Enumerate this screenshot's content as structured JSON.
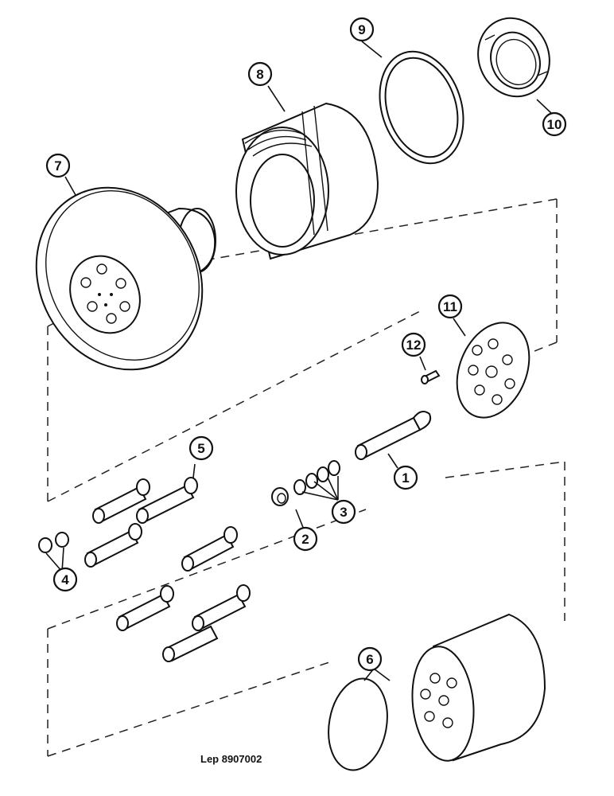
{
  "callouts": [
    {
      "id": "1",
      "label": "1"
    },
    {
      "id": "2",
      "label": "2"
    },
    {
      "id": "3",
      "label": "3"
    },
    {
      "id": "4",
      "label": "4"
    },
    {
      "id": "5",
      "label": "5"
    },
    {
      "id": "6",
      "label": "6"
    },
    {
      "id": "7",
      "label": "7"
    },
    {
      "id": "8",
      "label": "8"
    },
    {
      "id": "9",
      "label": "9"
    },
    {
      "id": "10",
      "label": "10"
    },
    {
      "id": "11",
      "label": "11"
    },
    {
      "id": "12",
      "label": "12"
    }
  ],
  "caption": "Lep 8907002"
}
